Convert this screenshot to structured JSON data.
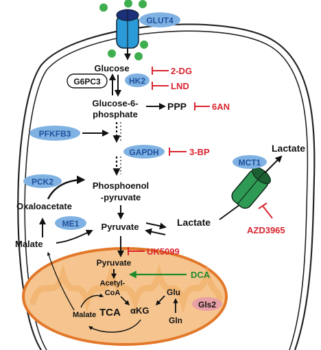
{
  "transporters": {
    "glut4": "GLUT4",
    "mct1": "MCT1"
  },
  "metabolites": {
    "glucose": "Glucose",
    "g6p_line1": "Glucose-6-",
    "g6p_line2": "phosphate",
    "ppp": "PPP",
    "pep_line1": "Phosphoenol",
    "pep_line2": "-pyruvate",
    "oxaloacetate": "Oxaloacetate",
    "pyruvate": "Pyruvate",
    "lactate": "Lactate",
    "lactate_out": "Lactate",
    "malate": "Malate",
    "mito_pyruvate": "Pyruvate",
    "acetyl_line1": "Acetyl-",
    "acetyl_line2": "CoA",
    "glu": "Glu",
    "akg": "αKG",
    "tca": "TCA",
    "mito_malate": "Malate",
    "gln": "Gln"
  },
  "enzymes": {
    "g6pc3": "G6PC3",
    "hk2": "HK2",
    "pfkfb3": "PFKFB3",
    "gapdh": "GAPDH",
    "pck2": "PCK2",
    "me1": "ME1",
    "gls2": "Gls2"
  },
  "inhibitors": {
    "dg2": "2-DG",
    "lnd": "LND",
    "an6": "6AN",
    "bp3": "3-BP",
    "azd": "AZD3965",
    "uk": "UK5099"
  },
  "activators": {
    "dca": "DCA"
  },
  "colors": {
    "enzyme_fill": "#7fb2e3",
    "inhibitor": "#d9232e",
    "activator": "#1f8a2c",
    "mito_fill": "#f6c58f",
    "mito_border": "#e2782a",
    "glut4": "#2a9ad8",
    "mct1": "#2e9a54",
    "glucose_dot": "#3fae4e",
    "gls2_fill": "#e8a0a6"
  }
}
